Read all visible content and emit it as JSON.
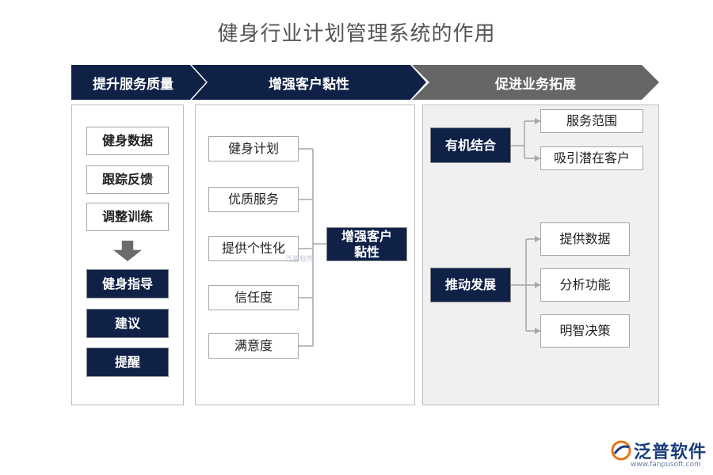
{
  "title": "健身行业计划管理系统的作用",
  "headers": [
    "提升服务质量",
    "增强客户黏性",
    "促进业务拓展"
  ],
  "col1": {
    "light": [
      "健身数据",
      "跟踪反馈",
      "调整训练"
    ],
    "dark": [
      "健身指导",
      "建议",
      "提醒"
    ]
  },
  "col2": {
    "items": [
      "健身计划",
      "优质服务",
      "提供个性化",
      "信任度",
      "满意度"
    ],
    "result_line1": "增强客户",
    "result_line2": "黏性"
  },
  "col3": {
    "group1": {
      "label": "有机结合",
      "items": [
        "服务范围",
        "吸引潜在客户"
      ]
    },
    "group2": {
      "label": "推动发展",
      "items": [
        "提供数据",
        "分析功能",
        "明智决策"
      ]
    }
  },
  "watermark": "泛普软件",
  "logo": {
    "name": "泛普软件",
    "url": "www.fanpusoft.com"
  },
  "colors": {
    "navy": "#0f2147",
    "gray_chevron": "#666666",
    "panel_gray": "#f0f0f0"
  }
}
